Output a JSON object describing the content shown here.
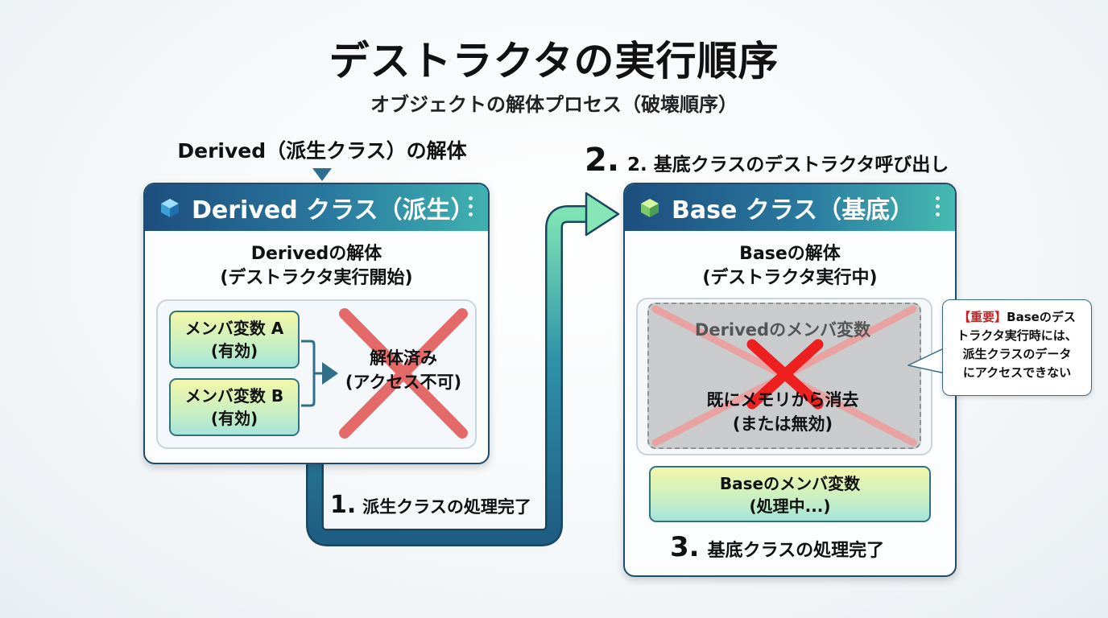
{
  "title": "デストラクタの実行順序",
  "subtitle": "オブジェクトの解体プロセス（破壊順序）",
  "derived_caption": "Derived（派生クラス）の解体",
  "step2": {
    "num": "2.",
    "text": "2. 基底クラスのデストラクタ呼び出し"
  },
  "derived_panel": {
    "header": "Derived クラス（派生）",
    "title_line1": "Derivedの解体",
    "title_line2": "(デストラクタ実行開始)",
    "member_a": {
      "line1": "メンバ変数 A",
      "line2": "(有効)"
    },
    "member_b": {
      "line1": "メンバ変数 B",
      "line2": "(有効)"
    },
    "destroyed_line1": "解体済み",
    "destroyed_line2": "(アクセス不可)"
  },
  "step1": {
    "num": "1.",
    "text": "派生クラスの処理完了"
  },
  "base_panel": {
    "header": "Base クラス（基底）",
    "title_line1": "Baseの解体",
    "title_line2": "(デストラクタ実行中)",
    "derived_members": "Derivedのメンバ変数",
    "erased_line1": "既にメモリから消去",
    "erased_line2": "(または無効)",
    "base_members_line1": "Baseのメンバ変数",
    "base_members_line2": "(処理中...)"
  },
  "note": {
    "important": "【重要】",
    "line1_rest": "Baseのデス",
    "line2": "トラクタ実行時には、",
    "line3": "派生クラスのデータ",
    "line4": "にアクセスできない"
  },
  "step3": {
    "num": "3.",
    "text": "基底クラスの処理完了"
  },
  "colors": {
    "header_start": "#1d4e7e",
    "header_end": "#3fb2b0",
    "cross_red": "#e02020",
    "important_red": "#cc1f1f"
  }
}
